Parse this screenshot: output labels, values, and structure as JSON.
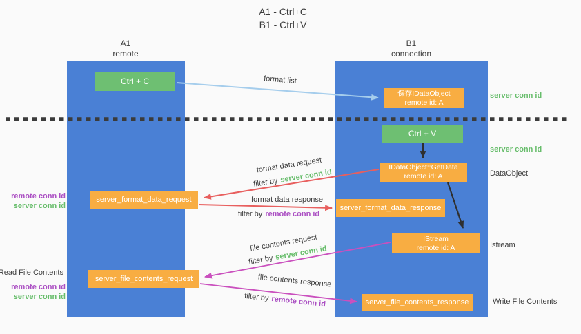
{
  "title": {
    "line1": "A1 - Ctrl+C",
    "line2": "B1 - Ctrl+V"
  },
  "lanes": {
    "a1": {
      "name": "A1",
      "subtitle": "remote"
    },
    "b1": {
      "name": "B1",
      "subtitle": "connection"
    }
  },
  "nodes": {
    "ctrl_c": {
      "label": "Ctrl + C"
    },
    "ctrl_v": {
      "label": "Ctrl + V"
    },
    "save_dataobject": {
      "line1": "保存IDataObject",
      "line2": "remote id: A"
    },
    "getdata": {
      "line1": "IDataObject::GetData",
      "line2": "remote id: A"
    },
    "format_request": {
      "label": "server_format_data_request"
    },
    "format_response": {
      "label": "server_format_data_response"
    },
    "istream": {
      "line1": "IStream",
      "line2": "remote id: A"
    },
    "file_request": {
      "label": "server_file_contents_request"
    },
    "file_response": {
      "label": "server_file_contents_response"
    }
  },
  "flow_labels": {
    "format_list": "format list",
    "format_data_request": "format data request",
    "format_data_response": "format data response",
    "file_contents_request": "file contents request",
    "file_contents_response": "file contents response",
    "filter_by": "filter by",
    "server_conn_id": "server conn id",
    "remote_conn_id": "remote conn id"
  },
  "side_labels": {
    "right_top_server_conn": "server conn id",
    "right_mid_server_conn": "server conn id",
    "dataobject": "DataObject",
    "istream": "Istream",
    "write_file_contents": "Write File Contents",
    "left_remote_conn_format": "remote conn id",
    "left_server_conn_format": "server conn id",
    "read_file_contents": "Read File Contents",
    "left_remote_conn_file": "remote conn id",
    "left_server_conn_file": "server conn id"
  },
  "colors": {
    "lane_blue": "#4a80d5",
    "node_green": "#6ebf72",
    "node_orange": "#f8ad42",
    "arrow_red": "#e85f5e",
    "arrow_pink": "#ca50be",
    "arrow_lightblue": "#a5cdec",
    "arrow_black": "#2f2f2f",
    "divider_dark": "#3b3b3b",
    "text_green": "#67bd6b",
    "text_purple": "#ab4fc3",
    "text_dark": "#3d3d3d",
    "background": "#fafafa"
  }
}
